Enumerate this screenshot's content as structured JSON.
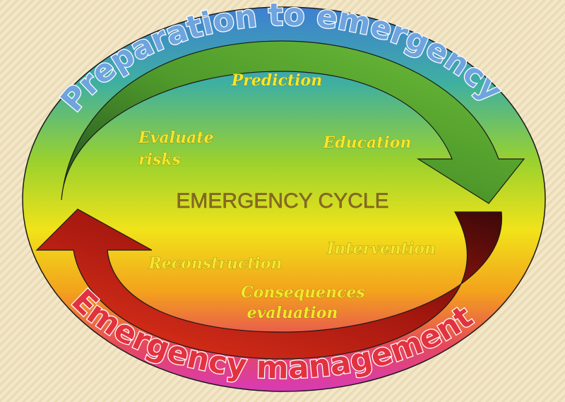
{
  "diagram": {
    "center_title": "EMERGENCY CYCLE",
    "outer_top_label": "Preparation to emergency",
    "outer_bottom_label": "Emergency management",
    "stages": {
      "prediction": "Prediction",
      "education": "Education",
      "evaluate_risks_line1": "Evaluate",
      "evaluate_risks_line2": "risks",
      "intervention": "Intervention",
      "reconstruction": "Reconstruction",
      "consequences_line1": "Consequences",
      "consequences_line2": "evaluation"
    }
  },
  "colors": {
    "background": "#f3e7c9",
    "ellipse_top": "#3e7fd3",
    "ellipse_mid": "#e8e61a",
    "ellipse_bottom": "#d83ab8",
    "top_title_fill": "#6fa4de",
    "bottom_title_fill": "#e3323f",
    "stage_text": "#f5e82a",
    "center_text": "#8a6a25",
    "arrow_green_dark": "#1f4a1f",
    "arrow_green_light": "#6fbf3a",
    "arrow_red_dark": "#3a0808",
    "arrow_red": "#d92a1a"
  }
}
